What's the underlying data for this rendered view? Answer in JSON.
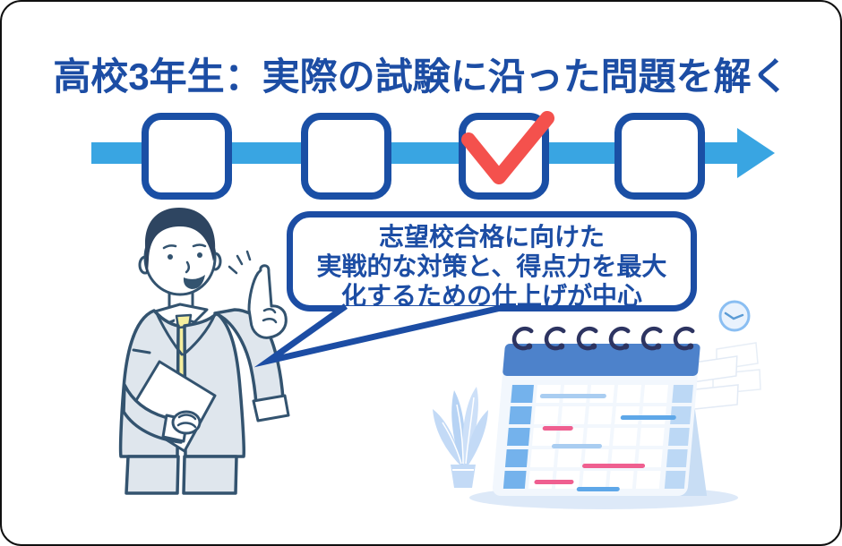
{
  "title": {
    "text": "高校3年生：実際の試験に沿った問題を解く"
  },
  "timeline": {
    "steps": [
      {
        "label": "step-1",
        "checked": false
      },
      {
        "label": "step-2",
        "checked": false
      },
      {
        "label": "step-3",
        "checked": true
      },
      {
        "label": "step-4",
        "checked": false
      }
    ]
  },
  "speech_bubble": {
    "lines": [
      "志望校合格に向けた",
      "実戦的な対策と、得点力を最大",
      "化するための仕上げが中心"
    ]
  },
  "icons": {
    "check": "check-icon",
    "arrow": "right-arrow-timeline",
    "man": "businessman-pointing-illustration",
    "calendar": "desk-calendar-illustration",
    "plant": "potted-plant-icon",
    "clock": "clock-icon"
  },
  "colors": {
    "title_blue": "#1c4da4",
    "sky_blue": "#39a5e2",
    "box_border_blue": "#1a4fa5",
    "check_red": "#f4514d",
    "navy_outline": "#33536f",
    "hair_navy": "#2e4561",
    "suit_gray": "#dfe6ed",
    "tie_yellow": "#f6ef9e",
    "cal_header": "#4d82cb",
    "cal_body": "#f2f7fd",
    "cal_day_blue": "#74b2ec",
    "cal_col_light": "#bcd8f5",
    "bar_light_blue": "#a9cdf1",
    "bar_blue": "#5ea7e8",
    "bar_pink": "#ef5f90",
    "ring_navy": "#2d3461",
    "plant_blue": "#c3daf6",
    "shadow_blue": "#dde9f8",
    "clock_border_blue": "#8abef2",
    "page_border": "#101010"
  }
}
